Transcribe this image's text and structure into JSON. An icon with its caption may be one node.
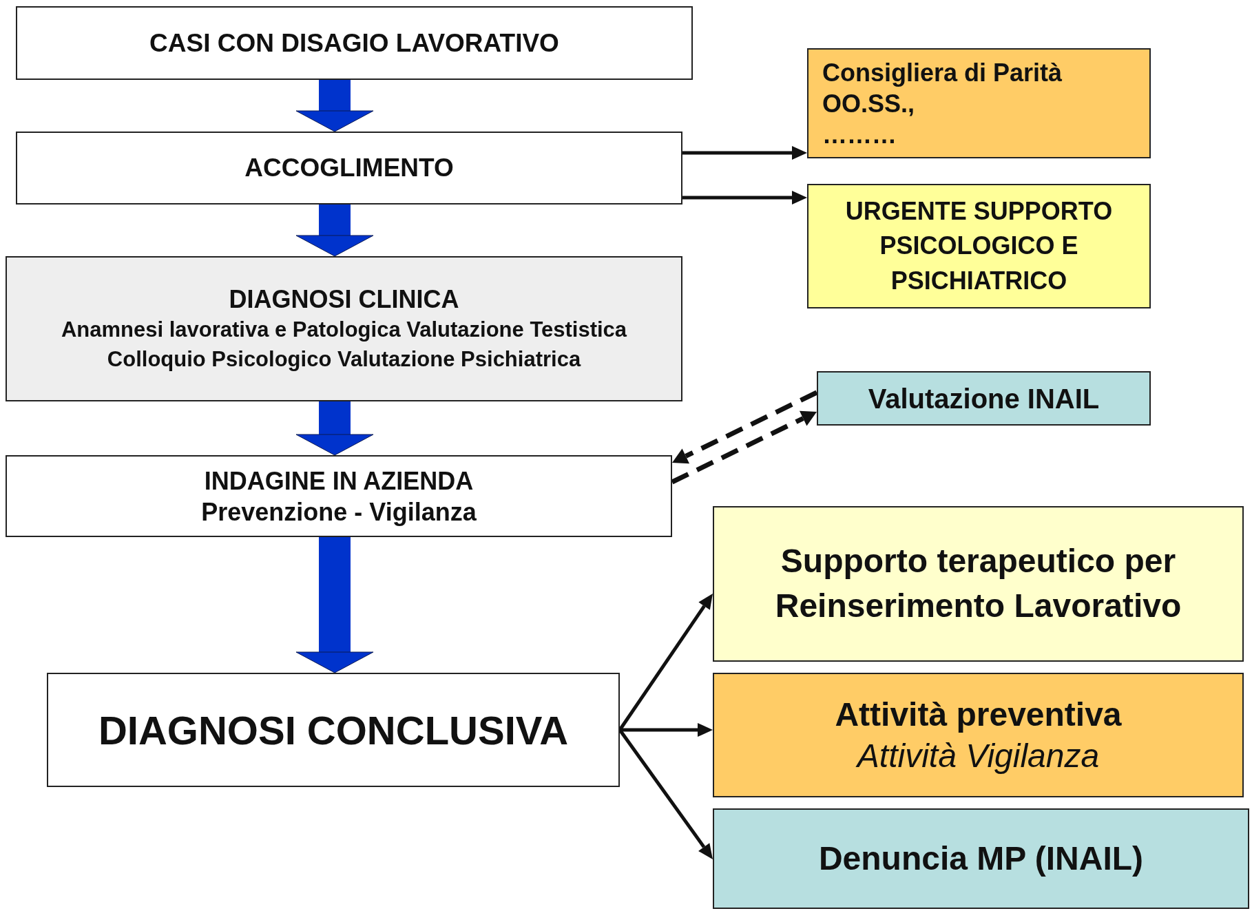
{
  "diagram": {
    "nodes": [
      {
        "text": [
          "CASI CON DISAGIO LAVORATIVO"
        ]
      },
      {
        "text": [
          "ACCOGLIMENTO"
        ]
      },
      {
        "text": [
          "DIAGNOSI CLINICA",
          "Anamnesi lavorativa e Patologica Valutazione Testistica Colloquio Psicologico Valutazione Psichiatrica"
        ]
      },
      {
        "text": [
          "INDAGINE IN AZIENDA",
          "Prevenzione - Vigilanza"
        ]
      },
      {
        "text": [
          "DIAGNOSI CONCLUSIVA"
        ]
      },
      {
        "text": [
          "Consigliera di Parità",
          "OO.SS.,",
          "………"
        ]
      },
      {
        "text": [
          "URGENTE SUPPORTO PSICOLOGICO E PSICHIATRICO"
        ]
      },
      {
        "text": [
          "Valutazione INAIL"
        ]
      },
      {
        "text": [
          "Supporto terapeutico per Reinserimento Lavorativo"
        ]
      },
      {
        "text": [
          "Attività preventiva",
          "Attività Vigilanza"
        ]
      },
      {
        "text": [
          "Denuncia MP (INAIL)"
        ]
      }
    ],
    "edges": [
      {
        "from": 0,
        "to": 1,
        "arrow": "to",
        "style": "thick",
        "color": "#0033cc"
      },
      {
        "from": 1,
        "to": 2,
        "arrow": "to",
        "style": "thick",
        "color": "#0033cc"
      },
      {
        "from": 2,
        "to": 3,
        "arrow": "to",
        "style": "thick",
        "color": "#0033cc"
      },
      {
        "from": 3,
        "to": 4,
        "arrow": "to",
        "style": "thick",
        "color": "#0033cc"
      },
      {
        "from": 1,
        "to": 5,
        "arrow": "to"
      },
      {
        "from": 1,
        "to": 6,
        "arrow": "to"
      },
      {
        "from": 3,
        "to": 7,
        "arrow": "to",
        "style": "dashed"
      },
      {
        "from": 7,
        "to": 3,
        "arrow": "to",
        "style": "dashed"
      },
      {
        "from": 4,
        "to": 8,
        "arrow": "to"
      },
      {
        "from": 4,
        "to": 9,
        "arrow": "to"
      },
      {
        "from": 4,
        "to": 10,
        "arrow": "to"
      }
    ]
  }
}
